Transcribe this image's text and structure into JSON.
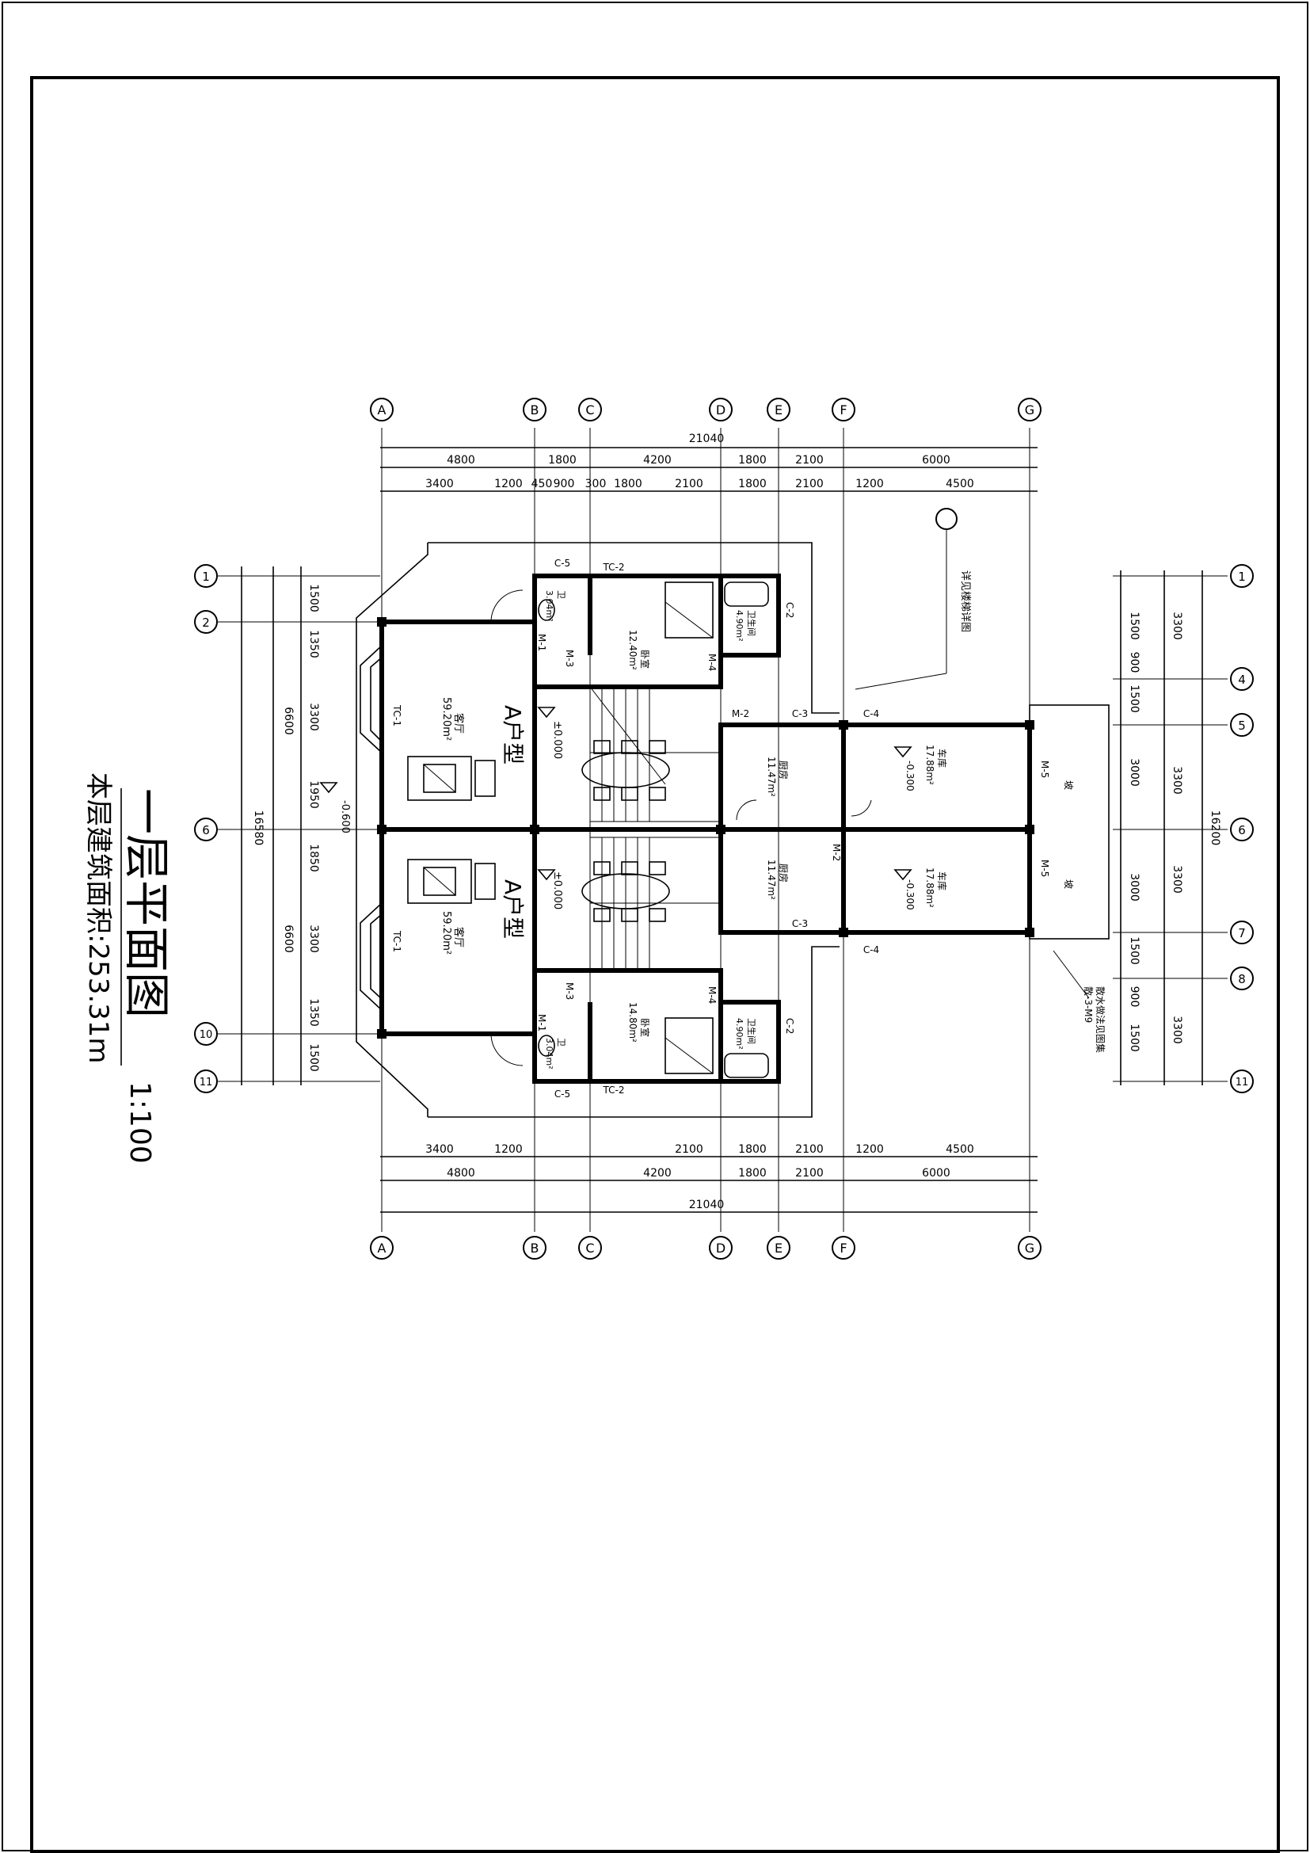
{
  "drawing": {
    "title": "一层平面图",
    "scale": "1:100",
    "area_note": "本层建筑面积:253.31m"
  },
  "grid_cols": [
    "A",
    "B",
    "C",
    "D",
    "E",
    "F",
    "G"
  ],
  "grid_rows_left": [
    "1",
    "2",
    "6",
    "10",
    "11"
  ],
  "grid_rows_right": [
    "1",
    "4",
    "5",
    "6",
    "7",
    "8",
    "11"
  ],
  "dims": {
    "top_total": "21040",
    "top_seg": [
      "4800",
      "1800",
      "4200",
      "1800",
      "2100",
      "6000"
    ],
    "top_detail": [
      "3400",
      "1200",
      "450",
      "900",
      "300",
      "1800",
      "2100",
      "1800",
      "2100",
      "1200",
      "4500"
    ],
    "left_total": "16580",
    "left_seg": [
      "6600",
      "6600"
    ],
    "left_detail": [
      "1500",
      "1350",
      "3300",
      "1950",
      "1850",
      "3300",
      "1350",
      "1500"
    ],
    "right_total": "16200",
    "right_seg": [
      "3300",
      "3300",
      "3300",
      "3300"
    ],
    "right_detail": [
      "1500",
      "900",
      "1500",
      "3000",
      "3000",
      "1500",
      "900",
      "1500"
    ]
  },
  "rooms": {
    "living_top": {
      "name": "客厅",
      "area": "59.20m²",
      "level": "±0.000"
    },
    "living_bottom": {
      "name": "客厅",
      "area": "59.20m²",
      "level": "±0.000"
    },
    "unit_label_top": "A户型",
    "unit_label_bottom": "A户型",
    "bed_top": {
      "name": "卧室",
      "area": "12.40m²"
    },
    "bed_bottom": {
      "name": "卧室",
      "area": "14.80m²"
    },
    "bath_top": {
      "name": "卫生间",
      "area": "4.90m²"
    },
    "bath_bottom": {
      "name": "卫生间",
      "area": "4.90m²"
    },
    "wc_top": {
      "name": "卫",
      "area": "3.04m²"
    },
    "wc_bottom": {
      "name": "卫",
      "area": "3.04m²"
    },
    "kitchen_top": {
      "name": "厨房",
      "area": "11.47m²"
    },
    "kitchen_bottom": {
      "name": "厨房",
      "area": "11.47m²"
    },
    "garage_top": {
      "name": "车库",
      "area": "17.88m²",
      "level": "-0.300"
    },
    "garage_bottom": {
      "name": "车库",
      "area": "17.88m²",
      "level": "-0.300"
    },
    "terrace_level": "-0.600"
  },
  "tags": {
    "window_bay": "TC-1",
    "window_bed": "TC-2",
    "window_c5": "C-5",
    "window_c2": "C-2",
    "window_c3": "C-3",
    "window_c4": "C-4",
    "door_m1": "M-1",
    "door_m2": "M-2",
    "door_m3": "M-3",
    "door_m4": "M-4",
    "door_m5": "M-5",
    "ramp": "坡"
  },
  "notes": {
    "stair_note": "详见楼梯详图",
    "detail_ref": "散水做法见图集",
    "ref_mark": "散-3-M9"
  }
}
